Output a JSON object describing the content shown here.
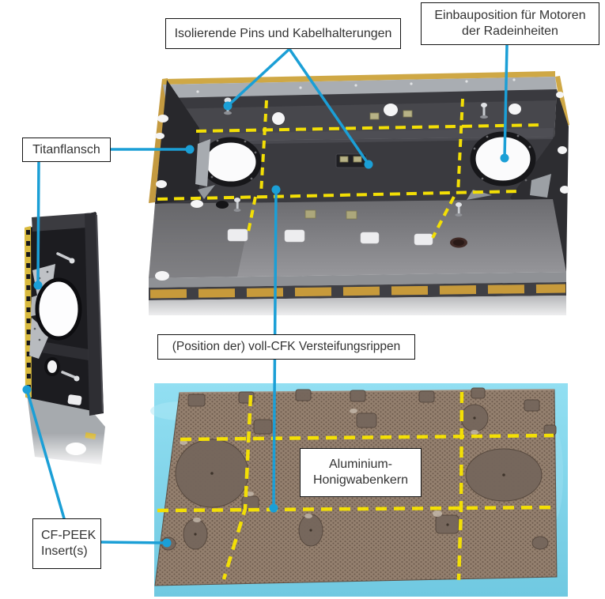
{
  "callouts": {
    "isolating_pins": "Isolierende Pins und Kabelhalterungen",
    "motor_mount_position": "Einbauposition für Motoren\nder Radeinheiten",
    "titanium_flange": "Titanflansch",
    "cfk_stiffening_ribs": "(Position der) voll-CFK Versteifungsrippen",
    "aluminium_honeycomb_core": "Aluminium-\nHonigwabenkern",
    "cf_peek_inserts": "CF-PEEK\nInsert(s)"
  },
  "colors": {
    "leader_line_blue": "#1b9fd6",
    "marking_tape_yellow": "#f3df05",
    "cutting_mat_cyan": "#7ed2e8"
  }
}
